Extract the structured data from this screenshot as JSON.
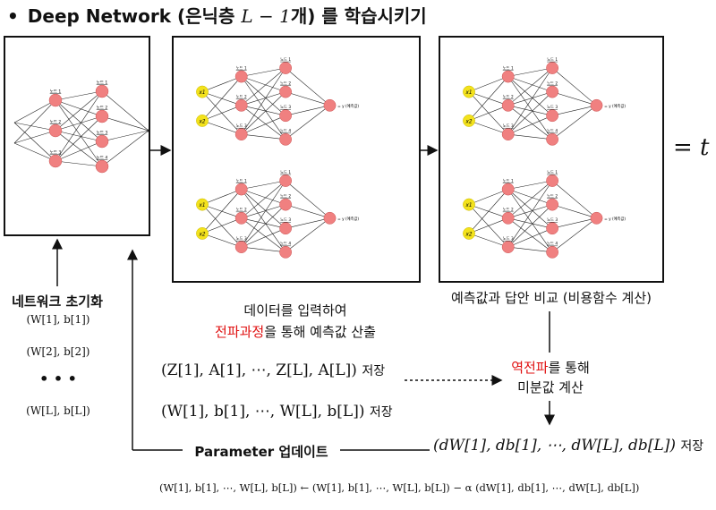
{
  "title": {
    "bullet": "•",
    "prefix": "Deep Network (은닉층 ",
    "math": "L − 1",
    "suffix": "개) 를 학습시키기"
  },
  "equals_t": "= t",
  "init": {
    "label": "네트워크 초기화",
    "params": [
      "(W[1], b[1])",
      "(W[2], b[2])",
      "• • •",
      "(W[L], b[L])"
    ]
  },
  "forward": {
    "line1": "데이터를 입력하여",
    "line2_red": "전파과정",
    "line2_rest": "을 통해 예측값 산출",
    "store1_formula": "(Z[1], A[1], ⋯, Z[L], A[L])",
    "store_word": "저장",
    "store2_formula": "(W[1], b[1], ⋯, W[L], b[L])"
  },
  "compare": {
    "label": "예측값과 답안 비교 (비용함수 계산)"
  },
  "backprop": {
    "red": "역전파",
    "rest": "를 통해",
    "line2": "미분값 계산"
  },
  "grad_store": {
    "formula": "(dW[1], db[1], ⋯, dW[L], db[L])",
    "store_word": "저장"
  },
  "update": {
    "label": "Parameter 업데이트",
    "formula": "(W[1], b[1], ⋯, W[L], b[L]) ← (W[1], b[1], ⋯, W[L], b[L]) − α (dW[1], db[1], ⋯, dW[L], db[L])"
  },
  "network": {
    "layer_labels": [
      "노드 1",
      "노드 2",
      "노드 3",
      "노드 4"
    ],
    "input_labels": [
      "x1",
      "x2"
    ],
    "output_label": "= y (예측값)"
  },
  "colors": {
    "neuron": "#f08080",
    "neuron_stroke": "#cc5555",
    "input": "#f3e21c",
    "accent_red": "#e01010"
  }
}
